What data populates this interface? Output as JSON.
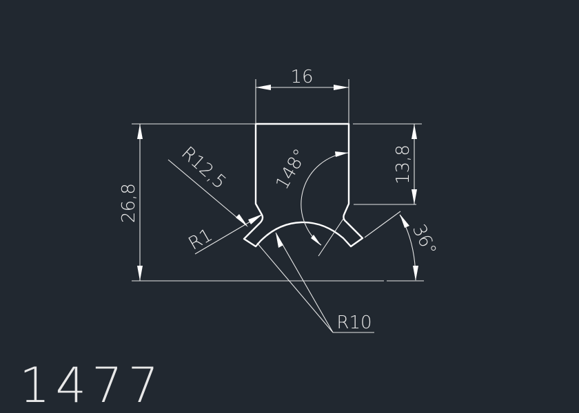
{
  "drawing": {
    "part_number": "1477",
    "dimensions": {
      "width_top": "16",
      "total_height": "26,8",
      "slot_depth": "13,8",
      "radius_outer": "R12,5",
      "radius_corner": "R1",
      "radius_arc": "R10",
      "angle_inner": "148°",
      "angle_side": "36°"
    },
    "colors": {
      "background": "#212830",
      "lines": "#ffffff"
    }
  }
}
